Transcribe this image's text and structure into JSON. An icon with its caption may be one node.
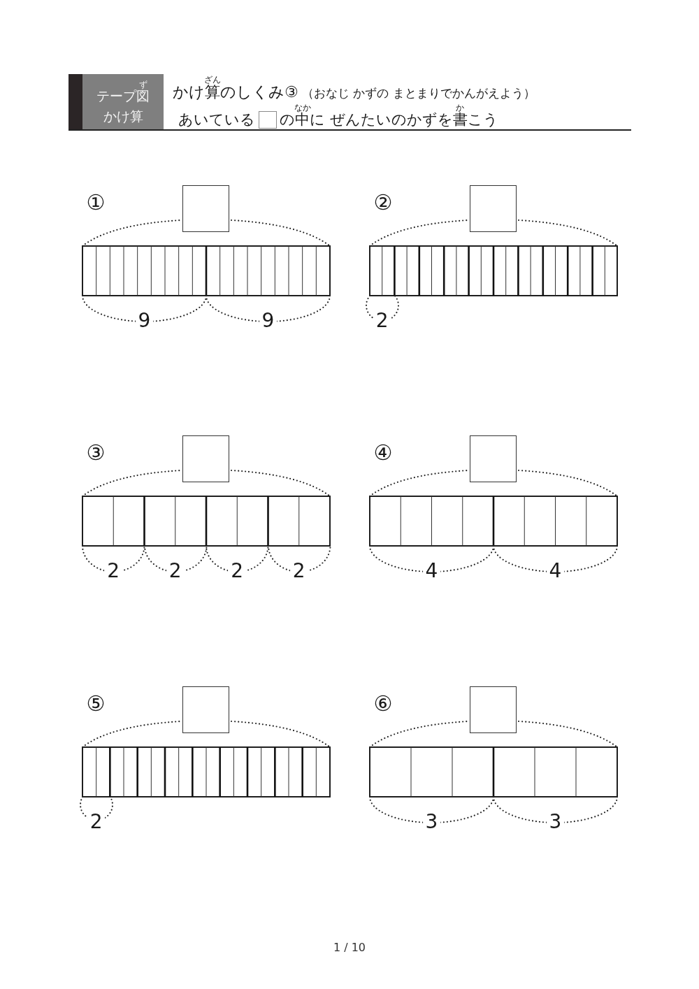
{
  "diagram": {
    "title": "かけ算のしくみ③",
    "nodes": [
      {
        "text": [
          "ず",
          "テープ図",
          "かけ算"
        ]
      }
    ],
    "labels": [
      "ざん",
      "（おなじ かずの まとまりでかんがえよう）",
      "なか",
      "か",
      "あいている",
      "の中に ぜんたいのかずを書こう",
      "①",
      "9",
      "9",
      "②",
      "2",
      "③",
      "2",
      "2",
      "2",
      "2",
      "④",
      "4",
      "4",
      "⑤",
      "2",
      "⑥",
      "3",
      "3",
      "1 / 10"
    ]
  }
}
